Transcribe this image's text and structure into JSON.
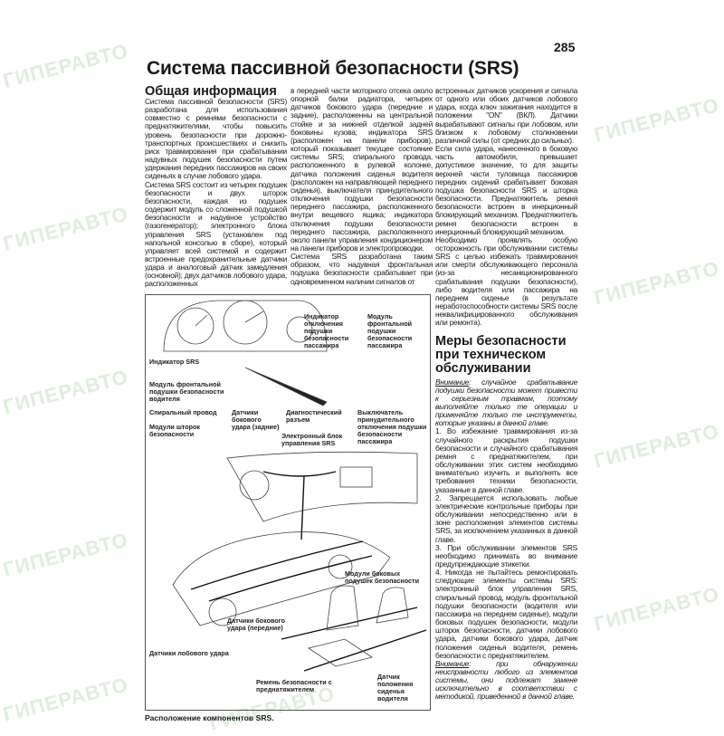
{
  "watermark": "ГИПЕРАВТО",
  "page_number": "285",
  "title": "Система пассивной безопасности (SRS)",
  "general": {
    "heading": "Общая информация",
    "p1": "Система пассивной безопасности (SRS) разработана для использования совместно с ремнями безопасности с преднатяжителями, чтобы повысить уровень безопасности при дорожно-транспортных происшествиях и снизить риск травмирования при срабатывании надувных подушек безопасности путем удержания передних пассажиров на своих сиденьях в случае лобового удара.",
    "p2": "Система SRS состоит из четырех подушек безопасности и двух шторок безопасности, каждая из подушек содержит модуль со сложенной подушкой безопасности и надувное устройство (газогенератор); электронного блока управления SRS (установлен под напольной консолью в сборе), который управляет всей системой и содержит встроенные предохранительные датчики удара и аналоговый датчик замедления (основной); двух датчиков лобового удара, расположенных",
    "p3": "в передней части моторного отсека около опорной балки радиатора, четырех датчиков бокового удара (передние и задние), расположенны на центральной стойке и за нижней отделкой задней боковины кузова; индикатора SRS (расположен на панели приборов), который показывает текущее состояние системы SRS; спирального провода, расположенного в рулевой колонке, датчика положения сиденья водителя (расположен на направляющей переднего сиденья), выключателя принудительного отключения подушки безопасности переднего пассажира, расположенного внутри вещевого ящика; индикатора отключения подушки безопасности переднего пассажира, расположенного около панели управления кондиционером на панели приборов и электропроводки.",
    "p4": "Система SRS разработана таким образом, что надувная фронтальная подушка безопасности срабатывает при одновременном наличии сигналов от",
    "p5": "встроенных датчиков ускорения и сигнала от одного или обоих датчиков лобового удара, когда ключ зажигания находится в положении \"ON\" (ВКЛ). Датчики вырабатывают сигналы при лобовом, или близком к лобовому столкновении различной силы (от средних до сильных).",
    "p6": "Если сила удара, нанесенного в боковую часть автомобиля, превышает допустимое значение, то для защиты верхней части туловища пассажиров передних сидений срабатывает боковая подушка безопасности SRS и шторка безопасности. Преднатяжитель ремня безопасности встроен в инерционный блокирующий механизм. Преднатяжитель ремня безопасности встроен в инерционный блокирующий механизм.",
    "p7": "Необходимо проявлять особую осторожность при обслуживании системы SRS с целью избежать травмирования или смерти обслуживающего персонала (из-за несанкционированного срабатывания подушки безопасности), либо водителя или пассажира на переднем сиденье (в результате неработоспособности системы SRS после неквалифицированного обслуживания или ремонта)."
  },
  "safety": {
    "heading": "Меры безопасности при техническом обслуживании",
    "warn1_label": "Внимание",
    "warn1_text": ": случайное срабатывание подушки безопасности может привести к серьезным травмам, поэтому выполняйте только те операции и применяйте только те инструменты, которые указаны в данной главе.",
    "item1": "1. Во избежание травмирования из-за случайного раскрытия подушки безопасности и случайного срабатывания ремня с преднатяжителем, при обслуживании этих систем необходимо внимательно изучить и выполнять все требования техники безопасности, указанные в данной главе.",
    "item2": "2. Запрещается использовать любые электрические контрольные приборы при обслуживании непосредственно или в зоне расположения элементов системы SRS, за исключением указанных в данной главе.",
    "item3": "3. При обслуживании элементов SRS необходимо принимать во внимание предупреждающие этикетки.",
    "item4": "4. Никогда не пытайтесь ремонтировать следующие элементы системы SRS: электронный блок управления SRS, спиральный провод, модуль фронтальной подушки безопасности (водителя или пассажира на переднем сиденье), модули боковых подушек безопасности, модули шторок безопасности, датчики лобового удара, датчики бокового удара, датчик положения сиденья водителя, ремень безопасности с преднатяжителем.",
    "warn2_label": "Внимание",
    "warn2_text": ": при обнаружении неисправности любого из элементов системы, они подлежат замене исключительно в соответствии с методикой, приведенной в данной главе."
  },
  "figure": {
    "caption": "Расположение компонентов SRS.",
    "labels": {
      "srs_indicator": "Индикатор SRS",
      "pass_off_indicator": "Индикатор отключения подушки безопасности пассажира",
      "pass_front_module": "Модуль фронтальной подушки безопасности пассажира",
      "driver_module": "Модуль фронтальной подушки безопасности водителя",
      "spiral_cable": "Спиральный провод",
      "side_sensors_rear": "Датчики бокового удара (задние)",
      "diag_connector": "Диагностический разъем",
      "curtain_modules": "Модули шторок безопасности",
      "srs_unit": "Электронный блок управления SRS",
      "pass_off_switch": "Выключатель принудительного отключения подушки безопасности пассажира",
      "side_airbag_modules": "Модули боковых подушек безопасности",
      "side_sensors_front": "Датчики бокового удара (передние)",
      "front_sensors": "Датчики лобового удара",
      "belt_pretensioner": "Ремень безопасности с преднатяжителем",
      "seat_position_sensor": "Датчик положения сиденья водителя"
    }
  }
}
